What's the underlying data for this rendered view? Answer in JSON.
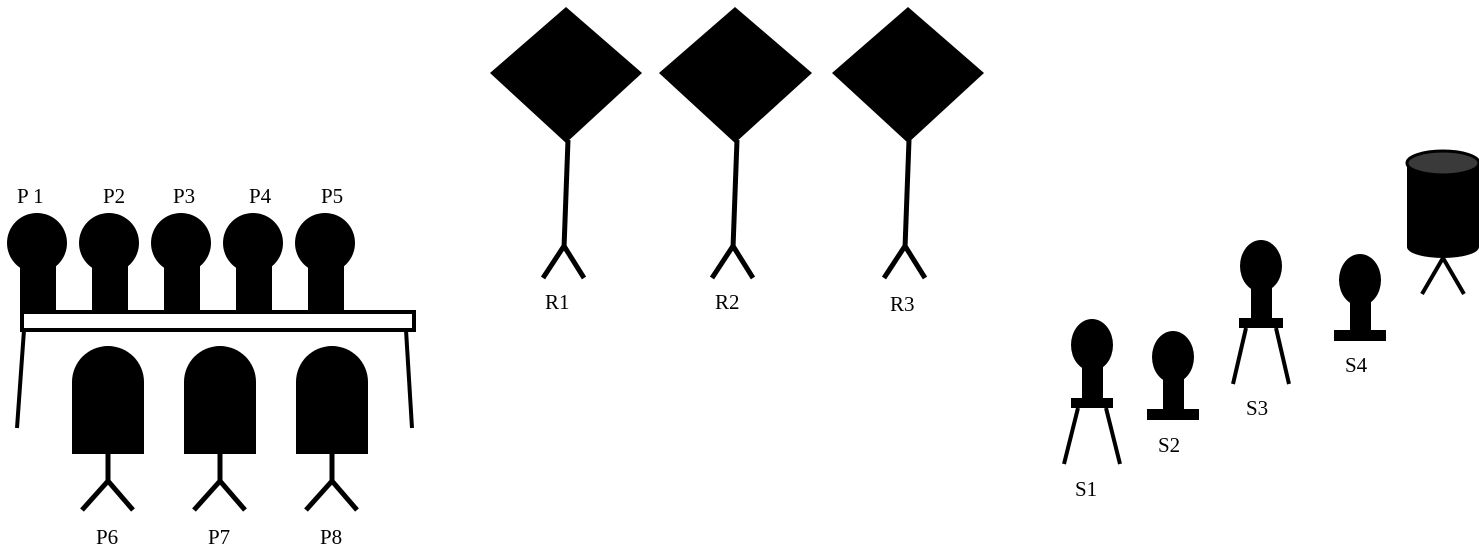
{
  "colors": {
    "background": "#ffffff",
    "ink": "#000000",
    "tank_lid": "#3a3a3a"
  },
  "diagram": {
    "p_labels": [
      "P 1",
      "P2",
      "P3",
      "P4",
      "P5"
    ],
    "lower_p_labels": [
      "P6",
      "P7",
      "P8"
    ],
    "r_labels": [
      "R1",
      "R2",
      "R3"
    ],
    "s_labels": [
      "S1",
      "S2",
      "S3",
      "S4"
    ]
  }
}
